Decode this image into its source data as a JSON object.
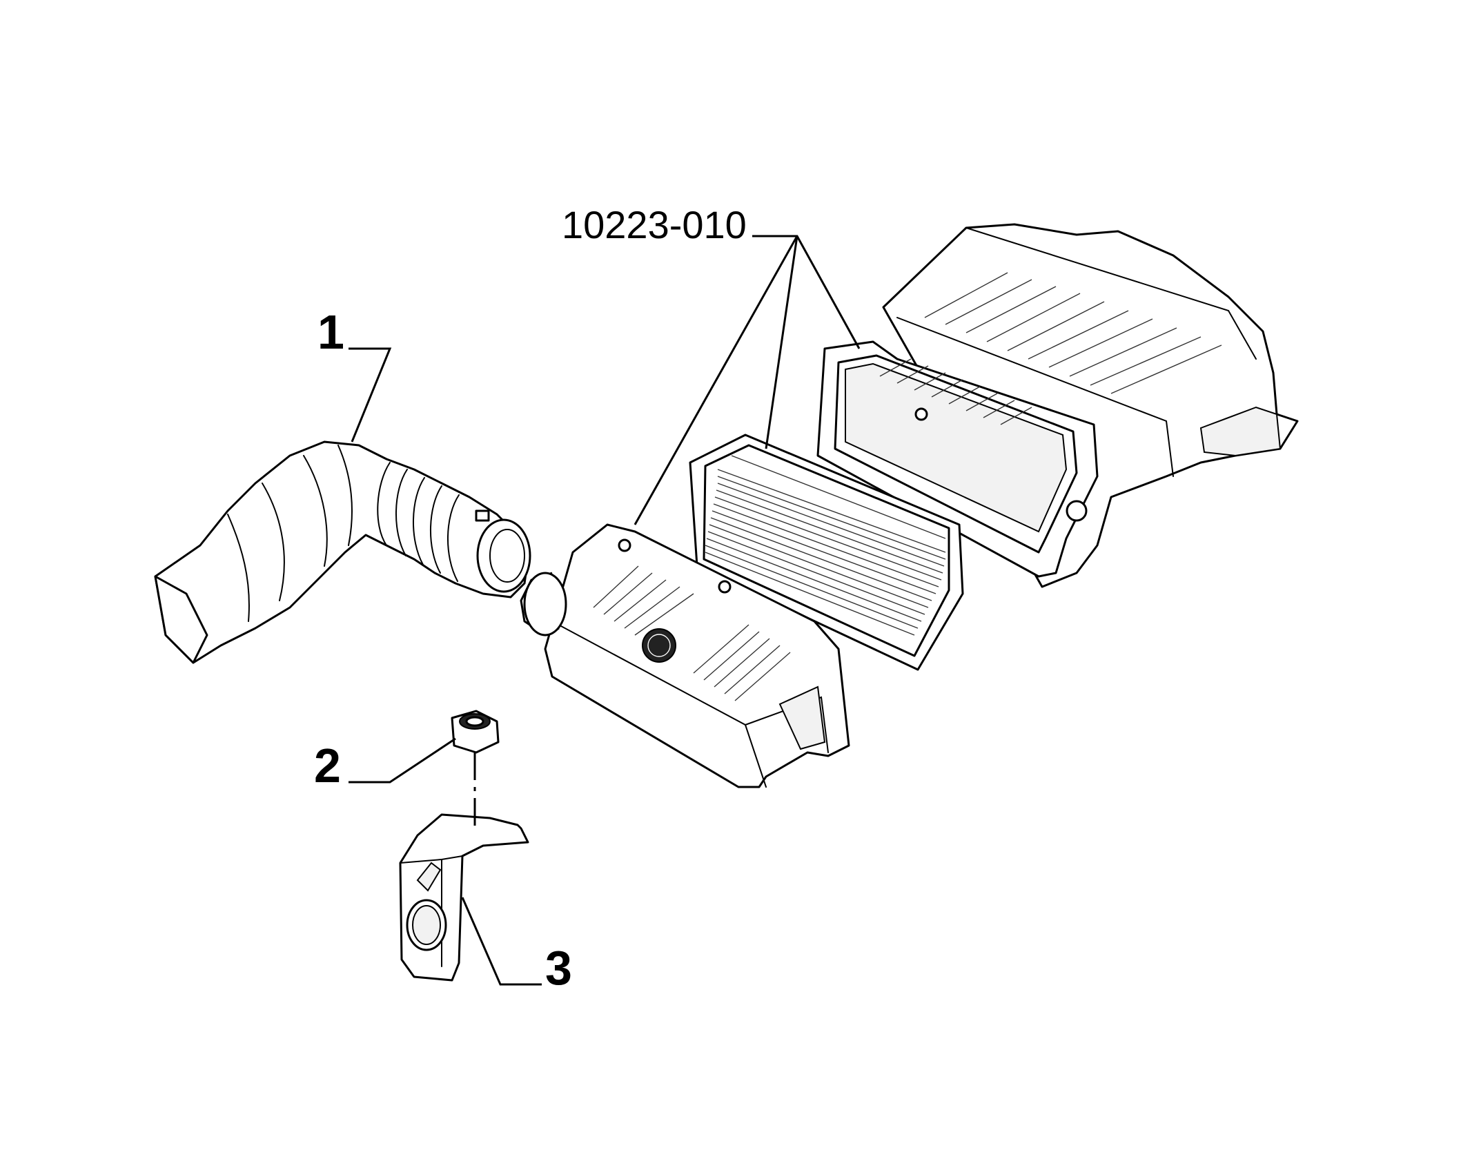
{
  "diagram": {
    "callouts": [
      {
        "id": "1",
        "text": "1"
      },
      {
        "id": "2",
        "text": "2"
      },
      {
        "id": "3",
        "text": "3"
      },
      {
        "id": "ref",
        "text": "10223-010"
      }
    ],
    "colors": {
      "line": "#000000",
      "background": "#ffffff"
    }
  }
}
